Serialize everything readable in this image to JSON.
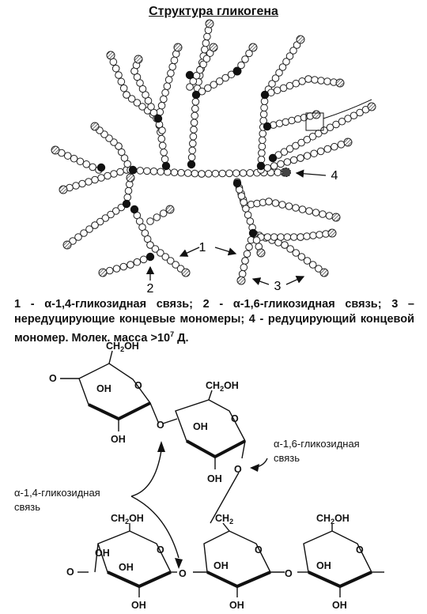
{
  "title": "Структура гликогена",
  "tree_labels": {
    "n1": "1",
    "n2": "2",
    "n3": "3",
    "n4": "4"
  },
  "caption": {
    "part1": "1 - α-1,4-гликозидная связь; 2 - α-1,6-гликозидная связь; 3 – нередуцирующие  концевые мономеры; 4 - редуцирующий концевой мономер. Молек. масса >10",
    "exponent": "7",
    "part2": " Д."
  },
  "chem": {
    "ch2oh": "CH2OH",
    "ch2": "CH2",
    "oh": "OH",
    "o": "O",
    "label_16_line1": "α-1,6-гликозидная",
    "label_16_line2": "связь",
    "label_14_line1": "α-1,4-гликозидная",
    "label_14_line2": "связь"
  },
  "colors": {
    "line": "#111111",
    "bead_fill": "#ffffff",
    "branch_point": "#111111",
    "end_hatch": "#555555"
  }
}
